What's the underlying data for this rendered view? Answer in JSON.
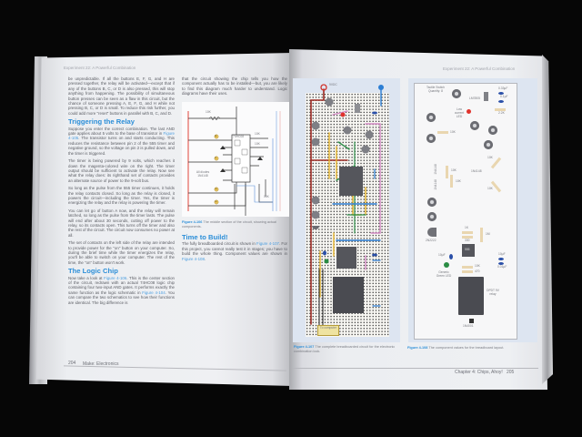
{
  "left_page": {
    "running_head": "Experiment 22: A Powerful Combination",
    "col1": {
      "p1": "be unpredictable. If all the buttons E, F, G, and H are pressed together, the relay will be activated—except that if any of the buttons B, C, or D is also pressed, this will stop anything from happening. The possibility of simultaneous button presses can be seen as a flaw in this circuit, but the chance of someone pressing A, E, F, G, and H while not pressing B, C, or D is small. To reduce this risk further, you could add more \"reset\" buttons in parallel with B, C, and D.",
      "heading1": "Triggering the Relay",
      "p2a": "Suppose you enter the correct combination. The last AND gate applies about 5 volts to the base of transistor in ",
      "p2_link": "Figure 4-105",
      "p2b": ". The transistor turns on and starts conducting. This reduces the resistance between pin 2 of the 555 timer and negative ground, so the voltage on pin 2 is pulled down, and the timer is triggered.",
      "p3": "The timer is being powered by 9 volts, which reaches it down the magenta-colored wire on the right. The timer output should be sufficient to activate the relay. Now see what the relay does: its righthand set of contacts provides an alternate source of power to the 9-volt bus.",
      "p4": "So long as the pulse from the 555 timer continues, it holds the relay contacts closed. So long as the relay is closed, it powers the circuit—including the timer. Yes, the timer is energizing the relay and the relay is powering the timer.",
      "p5": "You can let go of button A now, and the relay will remain latched, so long as the pulse from the timer lasts. The pulse will end after about 30 seconds, cutting off power to the relay, so its contacts open. This turns off the timer and also the rest of the circuit. The circuit now consumes no power at all.",
      "p6": "The set of contacts on the left side of the relay are intended to provide power for the \"on\" button on your computer. So, during the brief time while the timer energizes the relay, you'll be able to switch on your computer. The rest of the time, the \"on\" button won't work.",
      "heading2": "The Logic Chip",
      "p7a": "Now take a look at ",
      "p7_link1": "Figure 4-106",
      "p7b": ". This is the center section of the circuit, redrawn with an actual 74HC08 logic chip containing four two-input AND gates. It performs exactly the same function as the logic schematic in ",
      "p7_link2": "Figure 4-104",
      "p7c": ". You can compare the two schematics to see how their functions are identical. The big difference is"
    },
    "col2": {
      "p1": "that the circuit showing the chip tells you how the component actually has to be installed—but, you are likely to find this diagram much harder to understand. Logic diagrams have their uses.",
      "figure": {
        "labels": [
          "10K",
          "74HC08",
          "10K",
          "10K",
          "All diodes 1N4148",
          "10K"
        ],
        "buttons": [
          "E",
          "F",
          "G",
          "H"
        ]
      },
      "caption_num": "Figure 4-106",
      "caption_text": "The middle section of the circuit, showing actual components.",
      "heading": "Time to Build!",
      "p2a": "The fully breadboarded circuit is shown in ",
      "p2_link1": "Figure 4-107",
      "p2b": ". For this project, you cannot really test it in stages; you have to build the whole thing. Component values are shown in ",
      "p2_link2": "Figure 4-108",
      "p2c": "."
    },
    "footer": {
      "page": "204",
      "title": "Make: Electronics"
    }
  },
  "right_page": {
    "running_head": "Experiment 22: A Powerful Combination",
    "fig107": {
      "power_label": "9VDC",
      "computer_label": "To computer",
      "caption_num": "Figure 4-107",
      "caption_text": "The complete breadboarded circuit for the electronic combination lock."
    },
    "fig108": {
      "labels": {
        "switch": "Tactile Switch Quantity: 8",
        "regulator": "LM7805",
        "c1": "0.33µF",
        "c2": "0.1µF",
        "r1": "2.2K",
        "led1": "Low current LED",
        "r2": "10K",
        "r3": "10K",
        "d1": "1N4148",
        "r4": "10K",
        "d2": "1N4148",
        "d3": "1N4148",
        "r5": "10K",
        "r6": "10K",
        "transistor": "2N2222",
        "r7": "1K",
        "r8": "330",
        "r9": "1M",
        "timer": "555",
        "c3": "10µF",
        "led2": "Generic Green LED",
        "c4": "10µF",
        "c5": "0.01µF",
        "r10": "10K",
        "r11": "470",
        "relay": "DPDT 9V relay",
        "d4": "1N4001"
      },
      "caption_num": "Figure 4-108",
      "caption_text": "The component values for the breadboard layout."
    },
    "footer": {
      "chapter": "Chapter 4: Chips, Ahoy!",
      "page": "205"
    }
  },
  "colors": {
    "heading_blue": "#2b8ed8",
    "background": "#060606",
    "figure_bg": "#dde5f1"
  }
}
